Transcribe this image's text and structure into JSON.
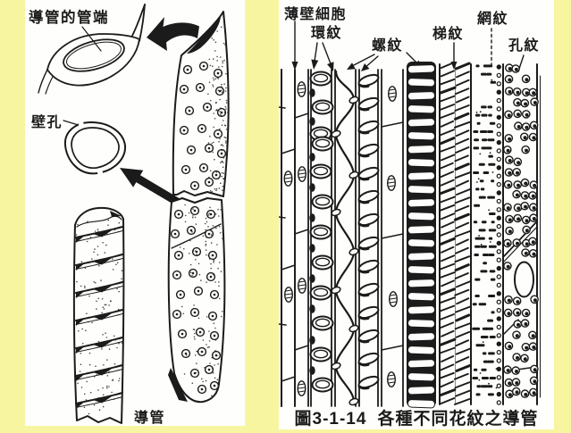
{
  "colors": {
    "background": "#F8F5A1",
    "panel": "#FEFEFC",
    "ink": "#1B1B1B"
  },
  "left_panel": {
    "vessel_end_label": "導管的管端",
    "pit_label": "壁孔",
    "vessel_label": "導管"
  },
  "right_panel": {
    "parenchyma_label": "薄壁細胞",
    "annular_label": "環紋",
    "spiral_label": "螺紋",
    "scalariform_label": "梯紋",
    "reticulate_label": "網紋",
    "pitted_label": "孔紋",
    "caption_figure": "圖3-1-14",
    "caption_text": "各種不同花紋之導管"
  }
}
